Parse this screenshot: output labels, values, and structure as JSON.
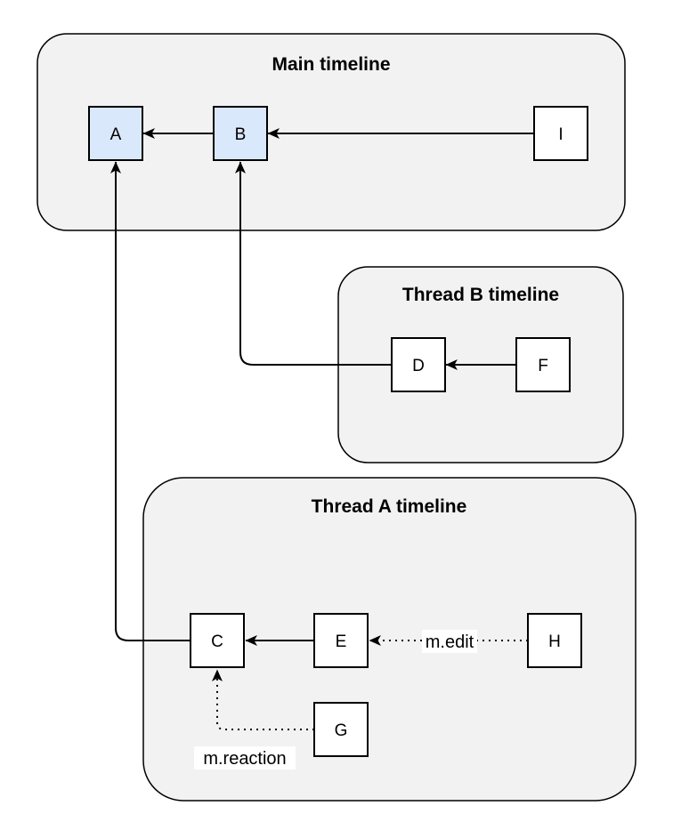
{
  "diagram": {
    "containers": [
      {
        "id": "main",
        "title": "Main timeline"
      },
      {
        "id": "thread-b",
        "title": "Thread B timeline"
      },
      {
        "id": "thread-a",
        "title": "Thread A timeline"
      }
    ],
    "nodes": [
      {
        "id": "A",
        "label": "A",
        "highlighted": true,
        "container": "main"
      },
      {
        "id": "B",
        "label": "B",
        "highlighted": true,
        "container": "main"
      },
      {
        "id": "I",
        "label": "I",
        "highlighted": false,
        "container": "main"
      },
      {
        "id": "D",
        "label": "D",
        "highlighted": false,
        "container": "thread-b"
      },
      {
        "id": "F",
        "label": "F",
        "highlighted": false,
        "container": "thread-b"
      },
      {
        "id": "C",
        "label": "C",
        "highlighted": false,
        "container": "thread-a"
      },
      {
        "id": "E",
        "label": "E",
        "highlighted": false,
        "container": "thread-a"
      },
      {
        "id": "H",
        "label": "H",
        "highlighted": false,
        "container": "thread-a"
      },
      {
        "id": "G",
        "label": "G",
        "highlighted": false,
        "container": "thread-a"
      }
    ],
    "edges": [
      {
        "from": "B",
        "to": "A",
        "style": "solid",
        "label": ""
      },
      {
        "from": "I",
        "to": "B",
        "style": "solid",
        "label": ""
      },
      {
        "from": "D",
        "to": "B",
        "style": "solid",
        "label": ""
      },
      {
        "from": "F",
        "to": "D",
        "style": "solid",
        "label": ""
      },
      {
        "from": "C",
        "to": "A",
        "style": "solid",
        "label": ""
      },
      {
        "from": "E",
        "to": "C",
        "style": "solid",
        "label": ""
      },
      {
        "from": "H",
        "to": "E",
        "style": "dotted",
        "label": "m.edit"
      },
      {
        "from": "G",
        "to": "C",
        "style": "dotted",
        "label": "m.reaction"
      }
    ],
    "colors": {
      "container_fill": "#f2f2f2",
      "container_stroke": "#000000",
      "node_fill": "#ffffff",
      "node_highlight_fill": "#dae8fc",
      "node_stroke": "#000000",
      "edge_color": "#000000",
      "text_color": "#000000",
      "label_bg": "#ffffff"
    }
  }
}
